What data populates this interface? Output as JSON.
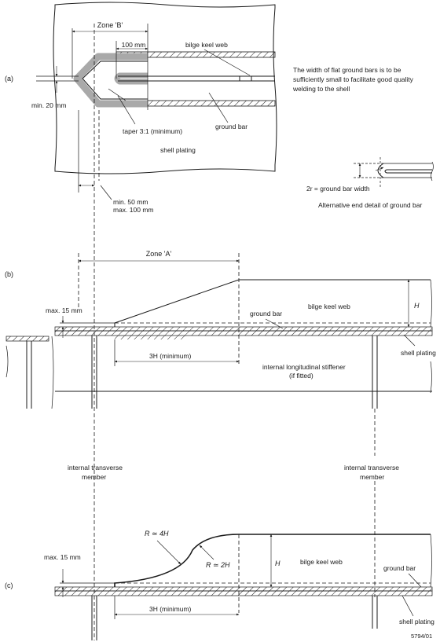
{
  "labels": {
    "a": "(a)",
    "b": "(b)",
    "c": "(c)",
    "zone_b": "Zone 'B'",
    "zone_a": "Zone 'A'",
    "dim_100mm": "100 mm",
    "bilge_keel_web": "bilge keel web",
    "ground_bar": "ground bar",
    "shell_plating": "shell plating",
    "min_20mm": "min. 20 mm",
    "taper": "taper 3:1 (minimum)",
    "min_50mm": "min. 50 mm",
    "max_100mm": "max. 100 mm",
    "note_line1": "The width of flat ground bars is to be",
    "note_line2": "sufficiently small to facilitate good quality",
    "note_line3": "welding to the shell",
    "two_r": "2r = ground bar width",
    "alt_detail": "Alternative end detail of ground bar",
    "max_15mm": "max. 15 mm",
    "H": "H",
    "three_h_min": "3H (minimum)",
    "int_long_1": "internal longitudinal stiffener",
    "int_long_2": "(if fitted)",
    "int_trans_1": "internal transverse",
    "int_trans_2": "member",
    "R4H": "R ≃ 4H",
    "R2H": "R ≃ 2H",
    "fig_no": "5794/01"
  }
}
